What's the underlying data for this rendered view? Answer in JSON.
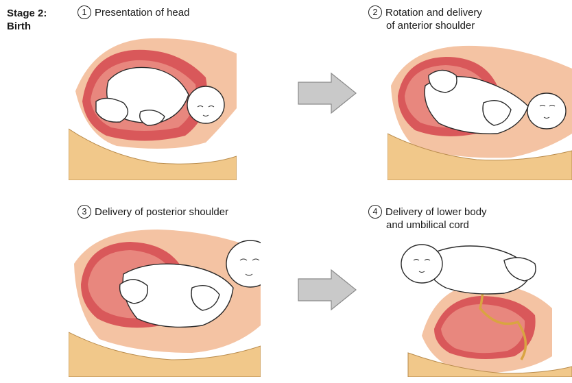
{
  "stage": {
    "line1": "Stage 2:",
    "line2": "Birth"
  },
  "steps": [
    {
      "number": "1",
      "lines": [
        "Presentation of head"
      ]
    },
    {
      "number": "2",
      "lines": [
        "Rotation and delivery",
        "of anterior shoulder"
      ]
    },
    {
      "number": "3",
      "lines": [
        "Delivery of posterior shoulder"
      ]
    },
    {
      "number": "4",
      "lines": [
        "Delivery of lower body",
        "and umbilical cord"
      ]
    }
  ],
  "colors": {
    "skin": "#f4c3a3",
    "muscle": "#d9585a",
    "uterus_inner": "#e8877e",
    "bone": "#f1c88a",
    "outline": "#2a2a2a",
    "arrow": "#c9c9c9",
    "cord": "#d9a441"
  }
}
